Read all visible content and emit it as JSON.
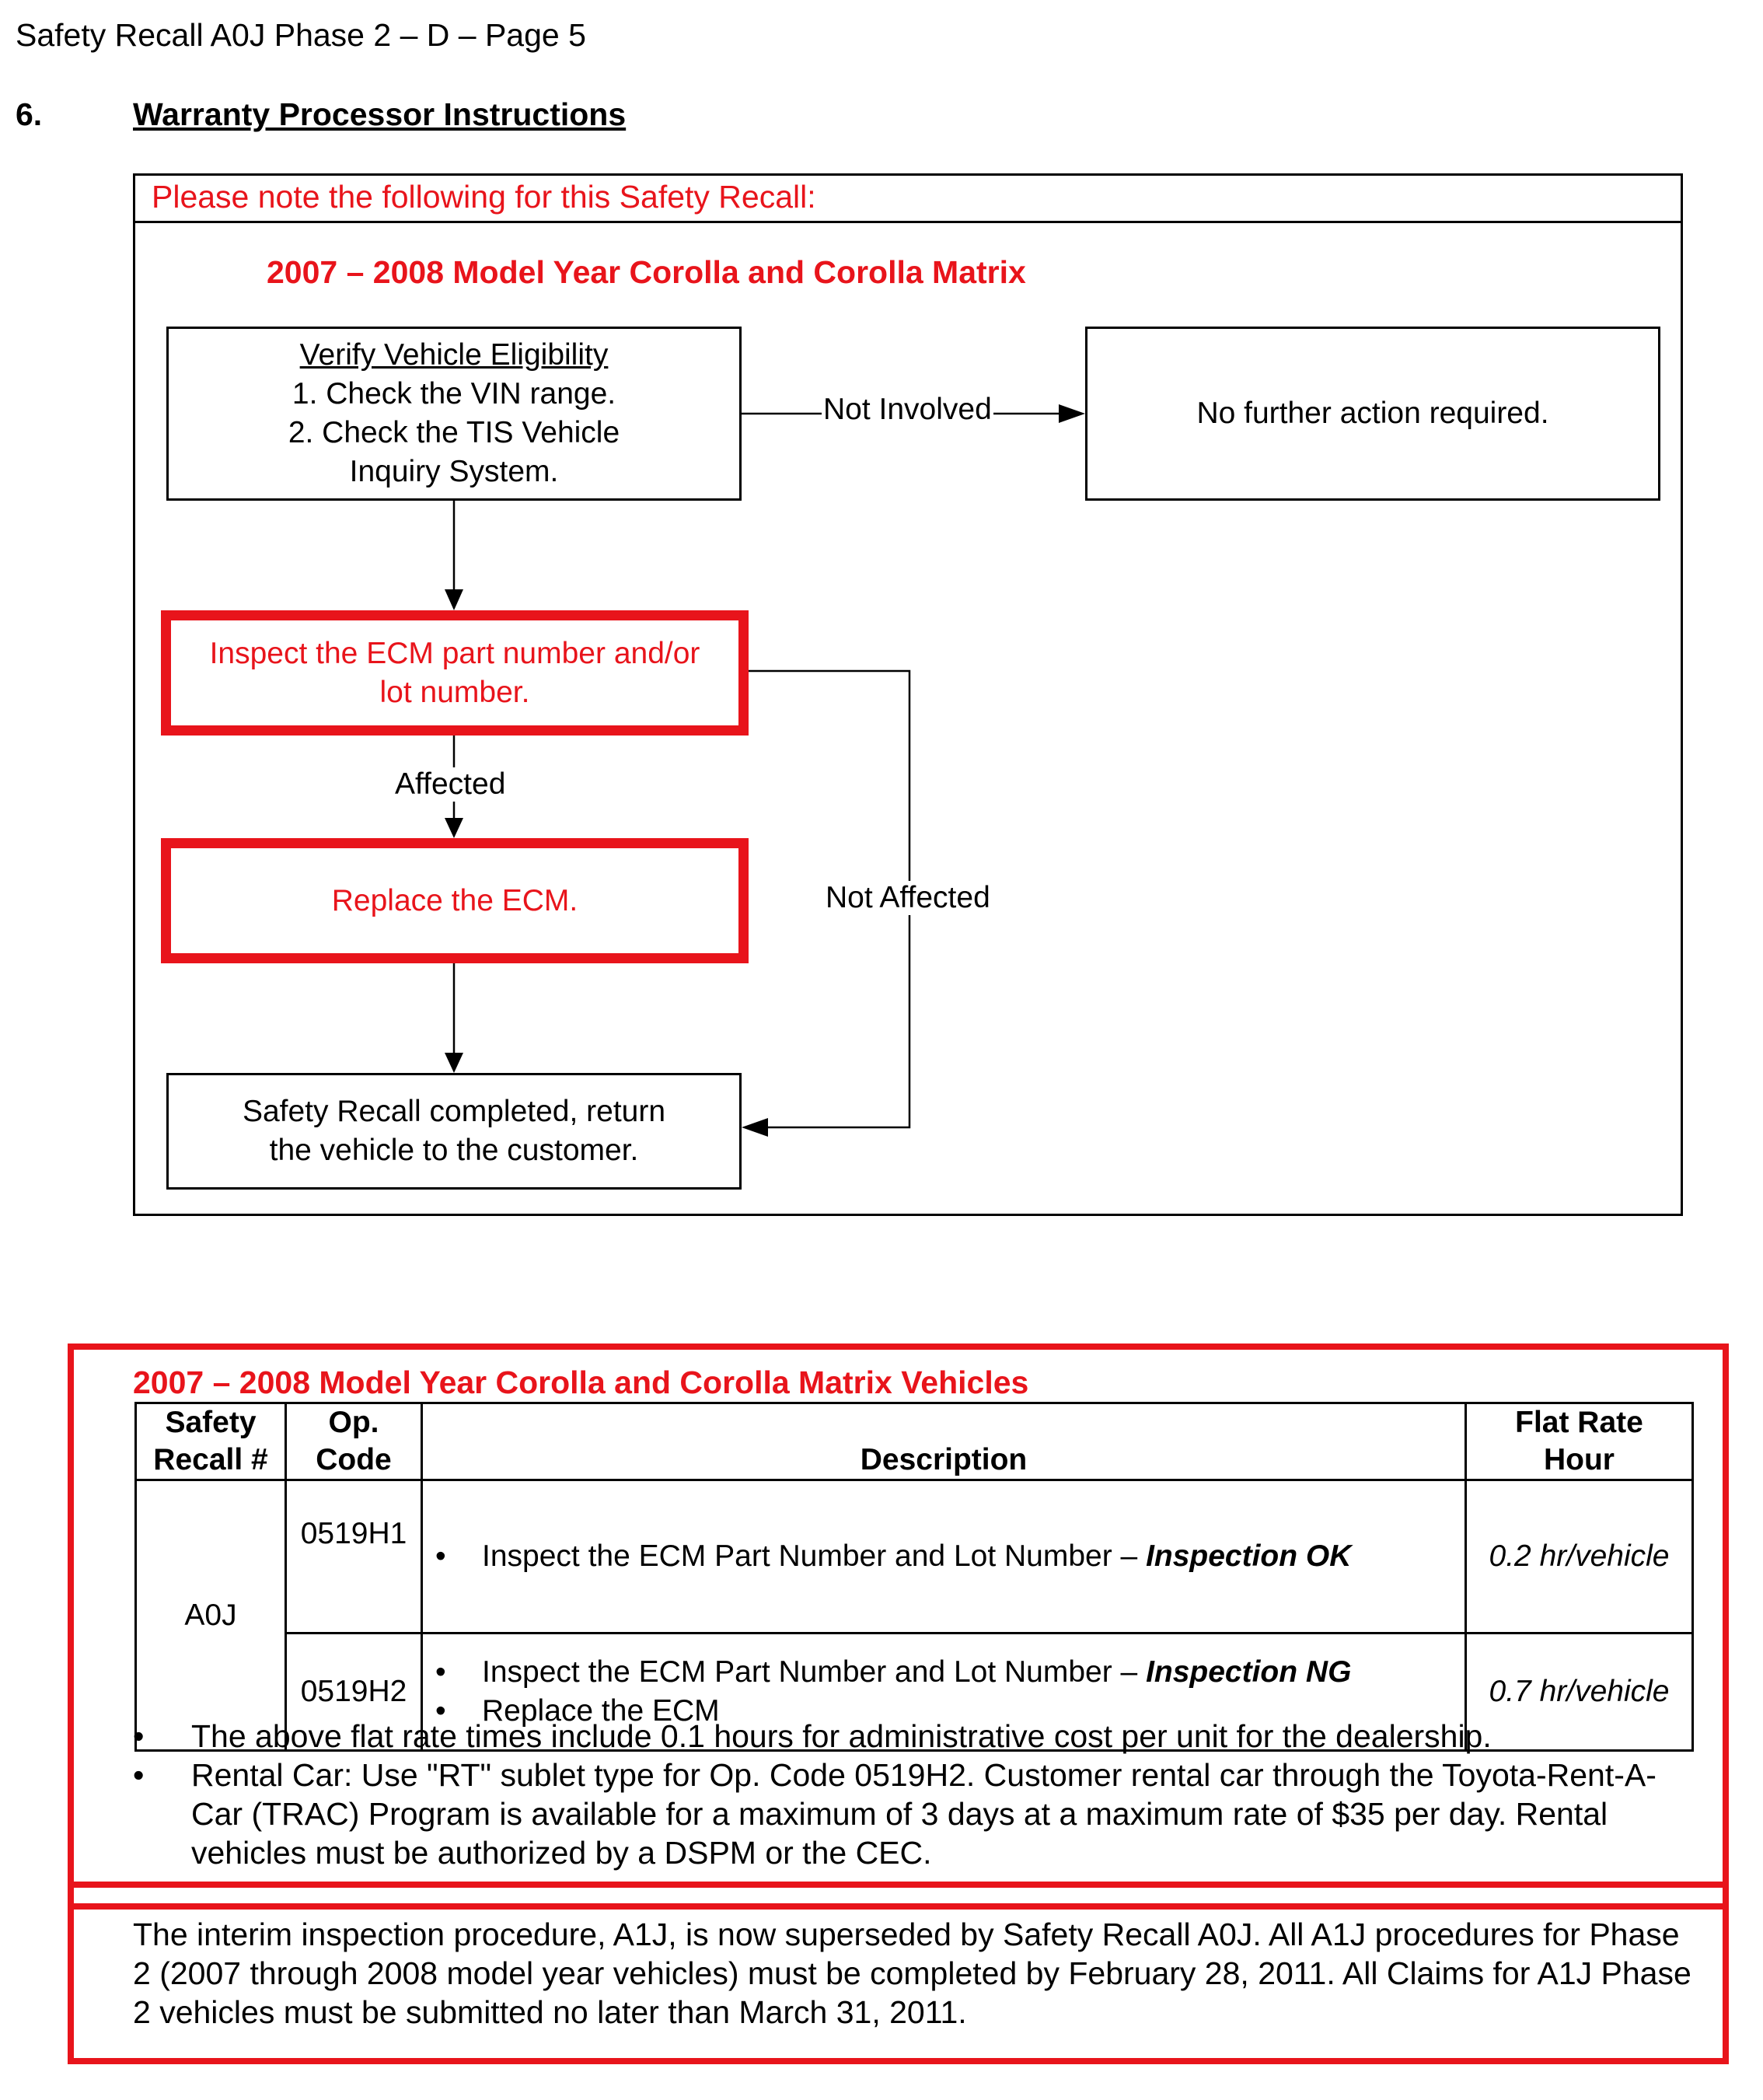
{
  "header": {
    "page_header": "Safety Recall A0J Phase 2 – D – Page 5",
    "section_number": "6.",
    "section_title": "Warranty Processor Instructions"
  },
  "flowchart": {
    "note": "Please note the following for this Safety Recall:",
    "title": "2007 – 2008 Model Year Corolla and Corolla Matrix",
    "verify_title": "Verify Vehicle Eligibility",
    "verify_line1": "1. Check the VIN range.",
    "verify_line2": "2. Check the TIS Vehicle",
    "verify_line3": "Inquiry System.",
    "no_further": "No further action required.",
    "inspect_line1": "Inspect the ECM part number and/or",
    "inspect_line2": "lot number.",
    "replace": "Replace the ECM.",
    "complete_line1": "Safety Recall completed, return",
    "complete_line2": "the vehicle to the customer.",
    "label_not_involved": "Not Involved",
    "label_affected": "Affected",
    "label_not_affected": "Not Affected"
  },
  "table": {
    "title": "2007 – 2008 Model Year Corolla and Corolla Matrix Vehicles",
    "headers": {
      "recall_line1": "Safety",
      "recall_line2": "Recall #",
      "op_line1": "Op.",
      "op_line2": "Code",
      "description": "Description",
      "rate_line1": "Flat Rate",
      "rate_line2": "Hour"
    },
    "recall": "A0J",
    "rows": [
      {
        "op_code": "0519H1",
        "desc_prefix": "Inspect the ECM Part Number and Lot Number – ",
        "desc_emphasis": "Inspection OK",
        "rate": "0.2 hr/vehicle"
      },
      {
        "op_code": "0519H2",
        "desc_prefix": "Inspect the ECM Part Number and Lot Number – ",
        "desc_emphasis": "Inspection NG",
        "desc_extra": "Replace the ECM",
        "rate": "0.7 hr/vehicle"
      }
    ],
    "bullet": "•"
  },
  "notes": [
    "The above flat rate times include 0.1 hours for administrative cost per unit for the dealership.",
    "Rental Car:  Use \"RT\" sublet type for Op. Code 0519H2.  Customer rental car through the Toyota-Rent-A-Car (TRAC) Program is available for a maximum of 3 days at a maximum rate of $35 per day.  Rental vehicles must be authorized by a DSPM or the CEC."
  ],
  "footer": "The interim inspection procedure, A1J, is now superseded by Safety Recall A0J.  All A1J procedures for Phase 2 (2007 through 2008 model year vehicles) must be completed by February 28, 2011.  All Claims for A1J Phase 2 vehicles must be submitted no later than March 31, 2011.",
  "colors": {
    "accent_red": "#e8141b",
    "text": "#000000"
  }
}
